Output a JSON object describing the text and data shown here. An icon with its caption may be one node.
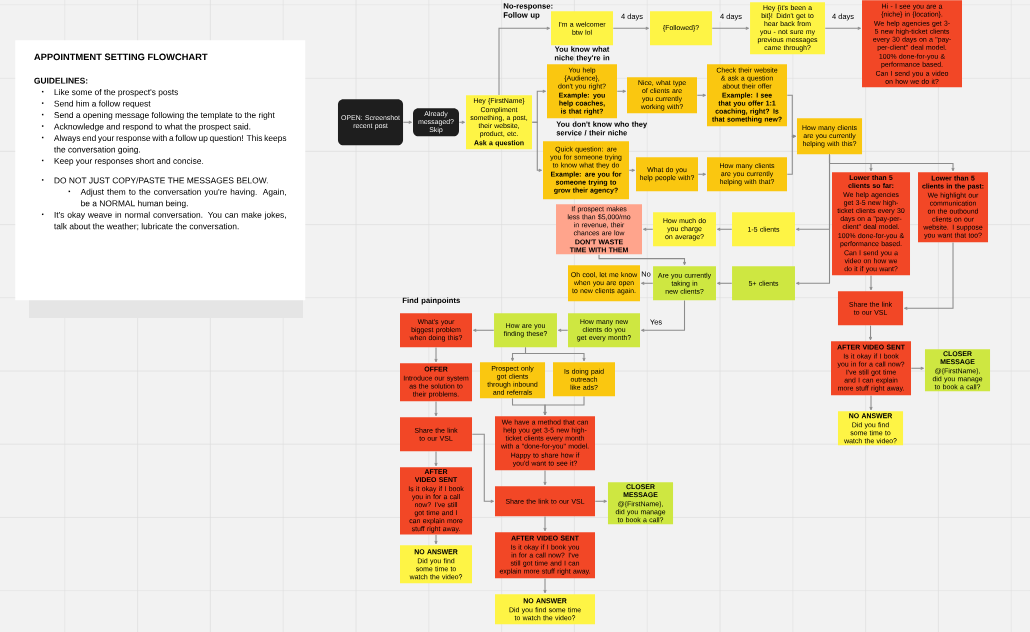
{
  "diagram": {
    "nodes": [
      {
        "text": [
          "APPOINTMENT SETTING FLOWCHART",
          "GUIDELINES:",
          "Like some of the prospect's posts",
          "Send him a follow request",
          "Send a opening message following the template to the right",
          "Acknowledge and respond to what the prospect said.",
          "Always end your response with a follow up question! This keeps the conversation going.",
          "Keep your responses short and concise.",
          "DO NOT JUST COPY/PASTE THE MESSAGES BELOW.",
          "Adjust them to the conversation you're having. Again, be a NORMAL human being.",
          "It's okay weave in normal conversation. You can make jokes, talk about the weather; lubricate the conversation."
        ]
      },
      {
        "text": [
          "OPEN: Screenshot recent post"
        ]
      },
      {
        "text": [
          "Already messaged? Skip"
        ]
      },
      {
        "text": [
          "Hey {FirstName}",
          "Compliment something, a post, their website, product, etc.",
          "Ask a question"
        ]
      },
      {
        "text": [
          "I'm a welcomer btw lol"
        ]
      },
      {
        "text": [
          "{Followed}?"
        ]
      },
      {
        "text": [
          "Hey {it's been a bit}! Didn't get to hear back from you - not sure my previous messages came through?"
        ]
      },
      {
        "text": [
          "Hi - I see you are a {niche} in {location}.",
          "We help agencies get 3-5 new high-ticket clients every 30 days on a \"pay-per-client\" deal model.",
          "100% done-for-you & performance based.",
          "Can I send you a video on how we do it?"
        ]
      },
      {
        "text": [
          "You help {Audience}, don't you right?",
          "Example: you help coaches, is that right?"
        ]
      },
      {
        "text": [
          "Nice, what type of clients are you currently working with?"
        ]
      },
      {
        "text": [
          "Check their website & ask a question about their offer",
          "Example: I see that you offer 1:1 coaching, right? Is that something new?"
        ]
      },
      {
        "text": [
          "Quick question: are you for someone trying to know what they do",
          "Example: are you for someone trying to grow their agency?"
        ]
      },
      {
        "text": [
          "What do you help people with?"
        ]
      },
      {
        "text": [
          "How many clients are you currently helping with that?"
        ]
      },
      {
        "text": [
          "How many clients are you currently helping with this?"
        ]
      },
      {
        "text": [
          "Lower than 5 clients so far:",
          "We help agencies get 3-5 new high-ticket clients every 30 days on a \"pay-per-client\" deal model.",
          "100% done-for-you & performance based.",
          "Can I send you a video on how we do it if you want?"
        ]
      },
      {
        "text": [
          "Lower than 5 clients in the past:",
          "We highlight our communication on the outbound clients on our website. I suppose you want that too?"
        ]
      },
      {
        "text": [
          "Share the link to our VSL"
        ]
      },
      {
        "text": [
          "AFTER VIDEO SENT",
          "Is it okay if I book you in for a call now? I've still got time and I can explain more stuff right away."
        ]
      },
      {
        "text": [
          "CLOSER MESSAGE",
          "@{FirstName}, did you manage to book a call?"
        ]
      },
      {
        "text": [
          "NO ANSWER",
          "Did you find some time to watch the video?"
        ]
      },
      {
        "text": [
          "1-5 clients"
        ]
      },
      {
        "text": [
          "How much do you charge on average?"
        ]
      },
      {
        "text": [
          "If prospect makes less than $5,000/mo in revenue, their chances are low",
          "DON'T WASTE TIME WITH THEM"
        ]
      },
      {
        "text": [
          "5+ clients"
        ]
      },
      {
        "text": [
          "Are you currently taking in new clients?"
        ]
      },
      {
        "text": [
          "Oh cool, let me know when you are open to new clients again."
        ]
      },
      {
        "text": [
          "How many new clients do you get every month?"
        ]
      },
      {
        "text": [
          "How are you finding these?"
        ]
      },
      {
        "text": [
          "What's your biggest problem when doing this?"
        ]
      },
      {
        "text": [
          "OFFER",
          "Introduce our system as the solution to their problems."
        ]
      },
      {
        "text": [
          "Share the link to our VSL"
        ]
      },
      {
        "text": [
          "AFTER VIDEO SENT",
          "Is it okay if I book you in for a call now? I've still got time and I can explain more stuff right away."
        ]
      },
      {
        "text": [
          "NO ANSWER",
          "Did you find some time to watch the video?"
        ]
      },
      {
        "text": [
          "Prospect only got clients through inbound and referrals"
        ]
      },
      {
        "text": [
          "Is doing paid outreach like ads?"
        ]
      },
      {
        "text": [
          "We have a method that can help you get 3-5 new high-ticket clients every month with a \"done-for-you\" model.",
          "Happy to share how if you'd want to see it?"
        ]
      },
      {
        "text": [
          "Share the link to our VSL"
        ]
      },
      {
        "text": [
          "CLOSER MESSAGE",
          "@{FirstName}, did you manage to book a call?"
        ]
      },
      {
        "text": [
          "AFTER VIDEO SENT",
          "Is it okay if I book you in for a call now? I've still got time and I can explain more stuff right away."
        ]
      },
      {
        "text": [
          "NO ANSWER",
          "Did you find some time to watch the video?"
        ]
      }
    ],
    "edges": [
      {
        "from": 1,
        "to": 2,
        "arrow": "to"
      },
      {
        "from": 2,
        "to": 3,
        "arrow": "to"
      },
      {
        "from": 3,
        "to": 4,
        "arrow": "to"
      },
      {
        "from": 3,
        "to": 8,
        "arrow": "to"
      },
      {
        "from": 3,
        "to": 11,
        "arrow": "to"
      },
      {
        "from": 4,
        "to": 5,
        "arrow": "to",
        "label": "4 days"
      },
      {
        "from": 5,
        "to": 6,
        "arrow": "to",
        "label": "4 days"
      },
      {
        "from": 6,
        "to": 7,
        "arrow": "to",
        "label": "4 days"
      },
      {
        "from": 8,
        "to": 9,
        "arrow": "to"
      },
      {
        "from": 9,
        "to": 10,
        "arrow": "to"
      },
      {
        "from": 10,
        "to": 14,
        "arrow": "to"
      },
      {
        "from": 11,
        "to": 12,
        "arrow": "to"
      },
      {
        "from": 12,
        "to": 13,
        "arrow": "to"
      },
      {
        "from": 13,
        "to": 14,
        "arrow": "to"
      },
      {
        "from": 14,
        "to": 15,
        "arrow": "to"
      },
      {
        "from": 14,
        "to": 16,
        "arrow": "to"
      },
      {
        "from": 14,
        "to": 21,
        "arrow": "to"
      },
      {
        "from": 14,
        "to": 24,
        "arrow": "to"
      },
      {
        "from": 15,
        "to": 17,
        "arrow": "to"
      },
      {
        "from": 16,
        "to": 17,
        "arrow": "to"
      },
      {
        "from": 17,
        "to": 18,
        "arrow": "to"
      },
      {
        "from": 18,
        "to": 19,
        "arrow": "to"
      },
      {
        "from": 18,
        "to": 20,
        "arrow": "to"
      },
      {
        "from": 21,
        "to": 22,
        "arrow": "to"
      },
      {
        "from": 22,
        "to": 23,
        "arrow": "to"
      },
      {
        "from": 23,
        "to": 25,
        "arrow": "to"
      },
      {
        "from": 24,
        "to": 25,
        "arrow": "to"
      },
      {
        "from": 25,
        "to": 26,
        "arrow": "to",
        "label": "No"
      },
      {
        "from": 25,
        "to": 27,
        "arrow": "to",
        "label": "Yes"
      },
      {
        "from": 27,
        "to": 28,
        "arrow": "to"
      },
      {
        "from": 28,
        "to": 29,
        "arrow": "to"
      },
      {
        "from": 28,
        "to": 34,
        "arrow": "to"
      },
      {
        "from": 28,
        "to": 35,
        "arrow": "to"
      },
      {
        "from": 29,
        "to": 30,
        "arrow": "to"
      },
      {
        "from": 30,
        "to": 31,
        "arrow": "to"
      },
      {
        "from": 31,
        "to": 32,
        "arrow": "to"
      },
      {
        "from": 32,
        "to": 33,
        "arrow": "to"
      },
      {
        "from": 31,
        "to": 37,
        "arrow": "to"
      },
      {
        "from": 34,
        "to": 36,
        "arrow": "to"
      },
      {
        "from": 35,
        "to": 36,
        "arrow": "to"
      },
      {
        "from": 36,
        "to": 37,
        "arrow": "to"
      },
      {
        "from": 37,
        "to": 38,
        "arrow": "to"
      },
      {
        "from": 37,
        "to": 39,
        "arrow": "to"
      },
      {
        "from": 39,
        "to": 40,
        "arrow": "to"
      }
    ],
    "labels": [
      "No-response: Follow up",
      "You know what niche they're in",
      "You don't know who they service / their niche",
      "Find painpoints"
    ]
  }
}
